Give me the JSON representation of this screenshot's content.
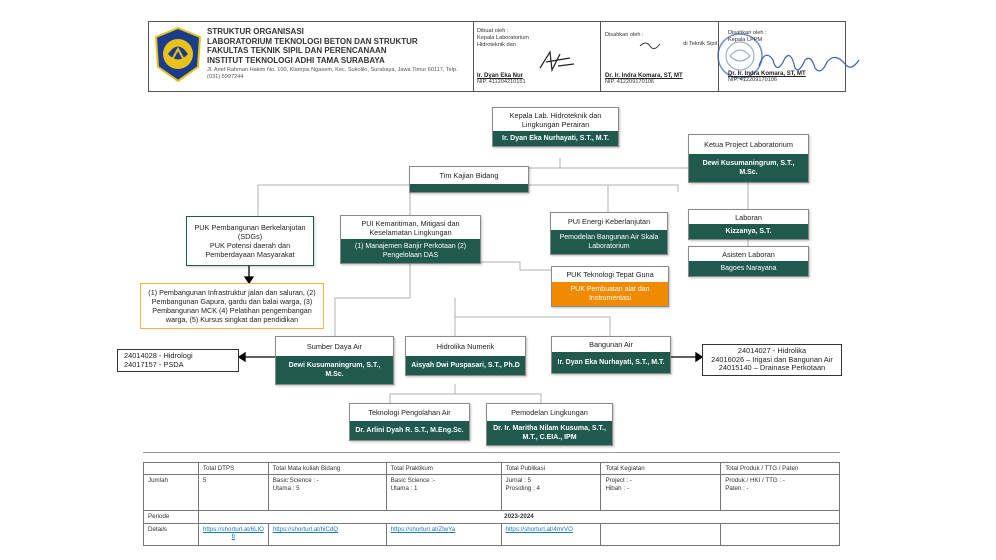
{
  "header": {
    "title_lines": [
      "STRUKTUR ORGANISASI",
      "LABORATORIUM TEKNOLOGI BETON DAN STRUKTUR",
      "FAKULTAS TEKNIK SIPIL DAN PERENCANAAN",
      "INSTITUT TEKNOLOGI ADHI TAMA SURABAYA"
    ],
    "address": "Jl. Arief Rahman Hakim No. 100, Klampis Ngasem, Kec. Sukolilo, Surabaya, Jawa Timur 60117, Telp. (031) 5997244",
    "made_by_label": "Dibuat oleh :",
    "made_by_role": "Kepala Laboratorium Hidroteknik dan Lingkungan Perairan",
    "made_by_name": "Ir. Dyan Eka Nur",
    "made_by_nip": "NIP. 411204210151",
    "approved_label": "Disahkan oleh :",
    "approved_role": "di Teknik Sipil",
    "approved_name": "Dr. Ir. Indra Komara, ST, MT",
    "approved_nip": "NIP. 412209170106",
    "approved2_label": "Disahkan oleh :",
    "approved2_role": "Kepala LPPM",
    "approved2_name": "Dr. Ir. Indra Komara, ST, MT",
    "approved2_nip": "NIP. 412209170106"
  },
  "org": {
    "head": {
      "title": "Kepala Lab. Hidroteknik dan Lingkungan Perairan",
      "name": "Ir. Dyan Eka Nurhayati, S.T., M.T."
    },
    "project": {
      "title": "Ketua Project Laboratorium",
      "name": "Dewi Kusumaningrum, S.T., M.Sc."
    },
    "tim": {
      "title": "Tim Kajian Bidang"
    },
    "laboran": {
      "title": "Laboran",
      "name": "Kizzanya, S.T."
    },
    "asisten": {
      "title": "Asisten Laboran",
      "name": "Bagoes Narayana"
    },
    "puk_sdgs": {
      "line1": "PUK Pembangunan Berkelanjutan (SDGs)",
      "line2": "PUK Potensi daerah dan Pemberdayaan Masyarakat"
    },
    "pui_maritim": {
      "title": "PUI Kemaritiman, Mitigasi dan Keselamatan Lingkungan",
      "items": "(1) Manajemen Banjir Perkotaan (2) Pengelolaan DAS"
    },
    "pui_energi": {
      "title": "PUI Energi Keberlanjutan",
      "items": "Pemodelan Bangunan Air Skala Laboratorium"
    },
    "puk_ttg": {
      "title": "PUK Teknologi Tepat Guna",
      "items": "PUK Pembuatan alat dan Instrumentasi"
    },
    "sdgs_list": "(1) Pembangunan Infrastruktur jalan dan saluran, (2) Pembangunan Gapura, gardu dan balai warga, (3) Pembangunan MCK (4) Pelatihan pengembangan warga, (5) Kursus singkat dan pendidikan",
    "sda": {
      "title": "Sumber Daya Air",
      "name": "Dewi Kusumaningrum, S.T., M.Sc."
    },
    "hidrolika": {
      "title": "Hidrolika Numerik",
      "name": "Aisyah Dwi Puspasari, S.T., Ph.D"
    },
    "bangunan": {
      "title": "Bangunan Air",
      "name": "Ir. Dyan Eka Nurhayati, S.T., M.T."
    },
    "tpa": {
      "title": "Teknologi Pengolahan Air",
      "name": "Dr. Arlini Dyah R. S.T., M.Eng.Sc."
    },
    "pemodelan": {
      "title": "Pemodelan Lingkungan",
      "name": "Dr. Ir. Maritha Nilam Kusuma, S.T., M.T., C.EIA., IPM"
    },
    "left_codes": [
      "24014028 - Hidrologi",
      "24017157 - PSDA"
    ],
    "right_codes": [
      "24014027 - Hidrolika",
      "24016026 – Irigasi dan Bangunan Air",
      "24015140 – Drainase Perkotaan"
    ]
  },
  "table": {
    "headers": [
      "",
      "Total DTPS",
      "Total Mata kuliah Bidang",
      "Total Praktikum",
      "Total Publikasi",
      "Total Kegiatan",
      "Total Produk / TTG / Paten"
    ],
    "jumlah": [
      "Jumlah",
      "5",
      "Basic Science : -\nUtama : 5",
      "Basic Science :-\nUtama : 1",
      "Jurnal : 5\nProsiding : 4",
      "Project : -\nHibah : -",
      "Produk / HKI / TTG : -\nPaten : -"
    ],
    "periode_label": "Periode",
    "periode_value": "2023-2024",
    "details_label": "Details",
    "links": [
      "https://shorturl.at/6LlOb",
      "https://shorturl.at/hiCdQ",
      "https://shorturl.at/ZlwYa",
      "https://shorturl.at/4mrVO"
    ]
  }
}
